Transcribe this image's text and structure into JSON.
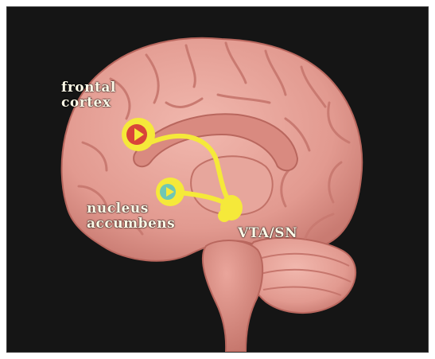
{
  "labels": {
    "frontal_cortex": [
      "frontal",
      "cortex"
    ],
    "nucleus_accumbens": [
      "nucleus",
      "accumbens"
    ],
    "vta_sn": "VTA/SN"
  },
  "colors": {
    "background": "#151515",
    "brain": "#e8a39a",
    "brain_shadow": "#c9786f",
    "pathway": "#f5e93a",
    "frontal_marker": "#d8443a",
    "accumbens_marker": "#6fc7b4",
    "label_text": "#fffbe8"
  }
}
